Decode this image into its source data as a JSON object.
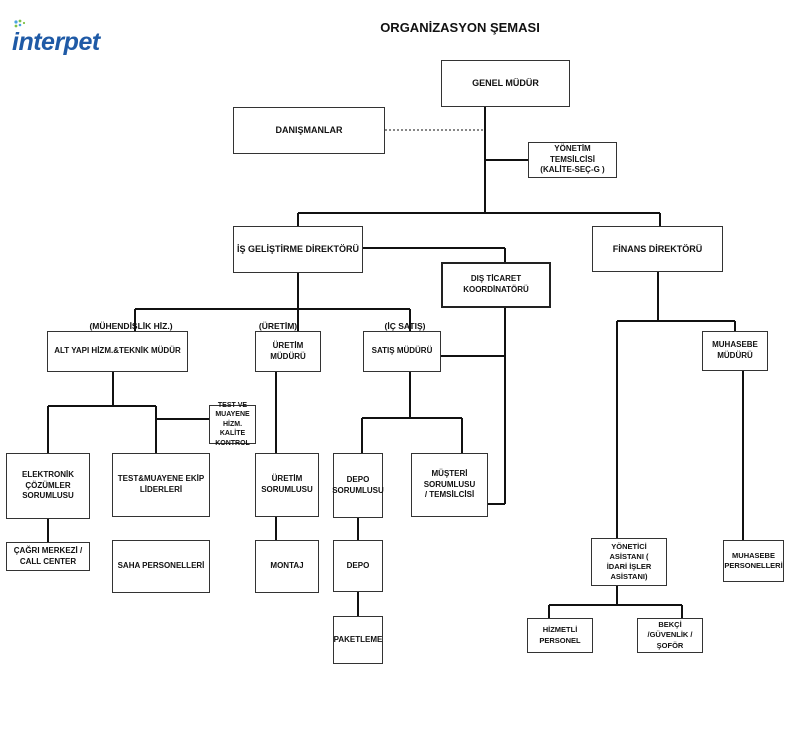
{
  "logo": {
    "text": "interpet"
  },
  "title": "ORGANİZASYON ŞEMASI",
  "nodes": {
    "genel_mudur": "GENEL MÜDÜR",
    "danismanlar": "DANIŞMANLAR",
    "yonetim_temsilcisi": "YÖNETİM TEMSİLCİSİ\n(KALİTE-SEÇ-G )",
    "is_gelistirme": "İŞ GELİŞTİRME DİREKTÖRÜ",
    "finans": "FİNANS DİREKTÖRÜ",
    "dis_ticaret": "DIŞ TİCARET KOORDİNATÖRÜ",
    "alt_yapi": "ALT YAPI HİZM.&TEKNİK MÜDÜR",
    "uretim_muduru": "ÜRETİM MÜDÜRÜ",
    "satis_muduru": "SATIŞ MÜDÜRÜ",
    "muhasebe_muduru": "MUHASEBE\nMÜDÜRÜ",
    "test_muayene": "TEST VE\nMUAYENE\nHİZM. KALİTE\nKONTROL",
    "elektronik": "ELEKTRONİK\nÇÖZÜMLER\nSORUMLUSU",
    "test_ekip": "TEST&MUAYENE EKİP\nLİDERLERİ",
    "uretim_sorumlusu": "ÜRETİM\nSORUMLUSU",
    "depo_sorumlusu": "DEPO\nSORUMLUSU",
    "musteri_sorumlusu": "MÜŞTERİ SORUMLUSU\n/ TEMSİLCİSİ",
    "cagri_merkezi": "ÇAĞRI MERKEZİ /\nCALL CENTER",
    "saha_personelleri": "SAHA PERSONELLERİ",
    "montaj": "MONTAJ",
    "depo": "DEPO",
    "paketleme": "PAKETLEME",
    "yonetici_asistani": "YÖNETİCİ ASİSTANI (\nİDARİ İŞLER\nASİSTANI)",
    "muhasebe_personelleri": "MUHASEBE\nPERSONELLERİ",
    "hizmetli_personel": "HİZMETLİ PERSONEL",
    "bekci": "BEKÇİ /GÜVENLİK /\nŞOFÖR"
  },
  "labels": {
    "muhendislik": "(MÜHENDİSLİK HİZ.)",
    "uretim": "(ÜRETİM)",
    "ic_satis": "(İÇ SATIŞ)"
  }
}
